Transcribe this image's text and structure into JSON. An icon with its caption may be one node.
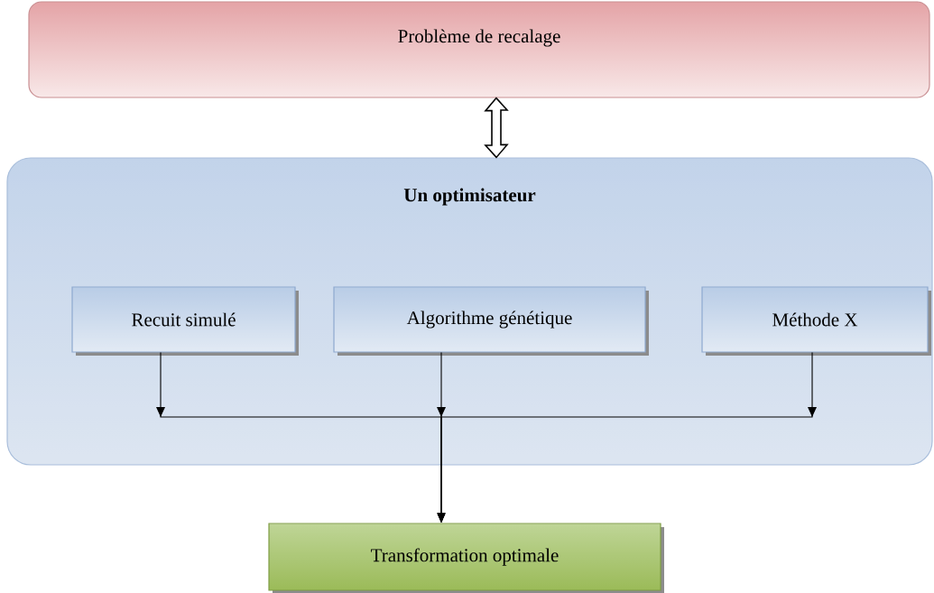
{
  "diagram": {
    "nodes": [
      {
        "text": [
          "Problème de recalage"
        ]
      },
      {
        "text": [
          "Un optimisateur"
        ]
      },
      {
        "text": [
          "Recuit simulé"
        ],
        "in": 1
      },
      {
        "text": [
          "Algorithme génétique"
        ],
        "in": 1
      },
      {
        "text": [
          "Méthode X"
        ],
        "in": 1
      },
      {
        "text": [
          "Transformation optimale"
        ]
      }
    ],
    "edges": [
      {
        "from": 0,
        "to": 1,
        "arrow": "both",
        "style": "thick"
      },
      {
        "from": 2,
        "to": 5,
        "arrow": "to"
      },
      {
        "from": 3,
        "to": 5,
        "arrow": "to"
      },
      {
        "from": 4,
        "to": 5,
        "arrow": "to"
      }
    ]
  }
}
